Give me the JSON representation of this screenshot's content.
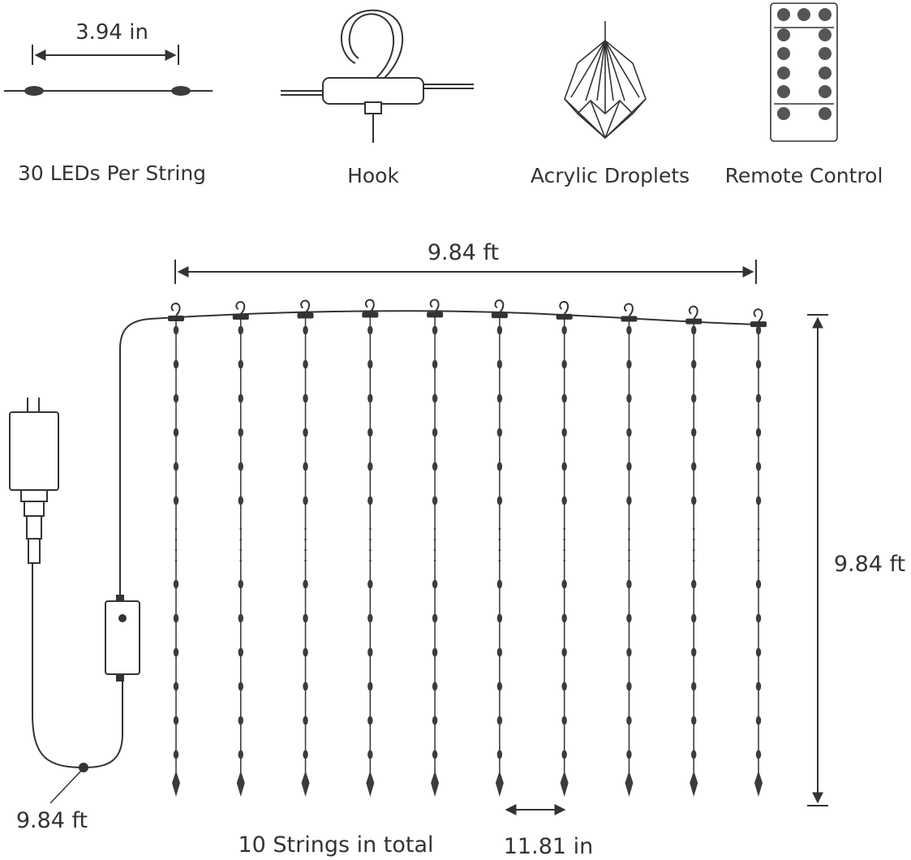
{
  "features": {
    "led_spacing": "3.94 in",
    "leds_label": "30 LEDs Per String",
    "hook_label": "Hook",
    "droplets_label": "Acrylic Droplets",
    "remote_label": "Remote Control"
  },
  "dimensions": {
    "width": "9.84 ft",
    "height": "9.84 ft",
    "lead_cable": "9.84 ft",
    "string_spacing": "11.81 in",
    "strings_total": "10 Strings in total"
  },
  "curtain": {
    "string_count": 10
  },
  "colors": {
    "ink": "#333333",
    "led": "#3c3c3c",
    "bg": "#ffffff"
  }
}
